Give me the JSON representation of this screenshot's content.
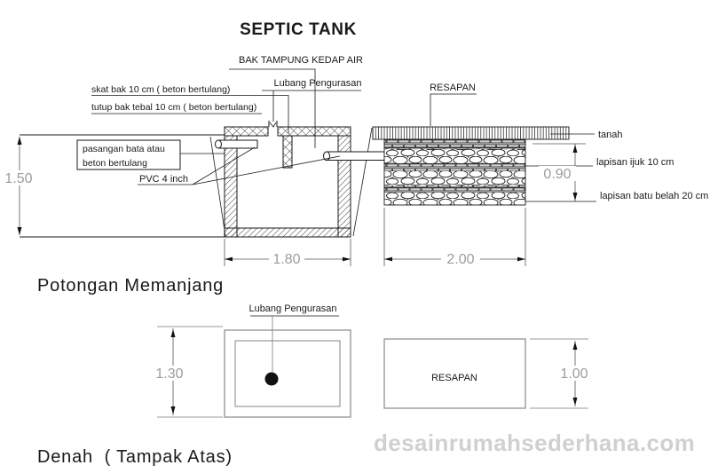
{
  "title": "SEPTIC TANK",
  "section": {
    "caption": "Potongan Memanjang",
    "bak_label": "BAK TAMPUNG KEDAP AIR",
    "lubang_label": "Lubang Pengurasan",
    "skat_label": "skat bak 10 cm ( beton bertulang)",
    "tutup_label": "tutup bak tebal 10 cm ( beton bertulang)",
    "pasangan_label_line1": "pasangan bata atau",
    "pasangan_label_line2": "beton bertulang",
    "pvc_label": "PVC 4 inch",
    "resapan_label": "RESAPAN",
    "tanah_label": "tanah",
    "ijuk_label": "lapisan ijuk 10 cm",
    "batu_label": "lapisan batu belah 20 cm",
    "dim_depth": "1.50",
    "dim_tank_width": "1.80",
    "dim_resapan_width": "2.00",
    "dim_resapan_depth": "0.90"
  },
  "plan": {
    "caption": "Denah  ( Tampak Atas)",
    "lubang_label": "Lubang Pengurasan",
    "resapan_label": "RESAPAN",
    "dim_tank_length": "1.30",
    "dim_resapan_length": "1.00"
  },
  "watermark": "desainrumahsederhana.com",
  "colors": {
    "line": "#1a1a1a",
    "dim_line": "#555555",
    "dim_text": "#9c9c9c",
    "plan_line": "#999999",
    "watermark": "#d0d0d0"
  }
}
